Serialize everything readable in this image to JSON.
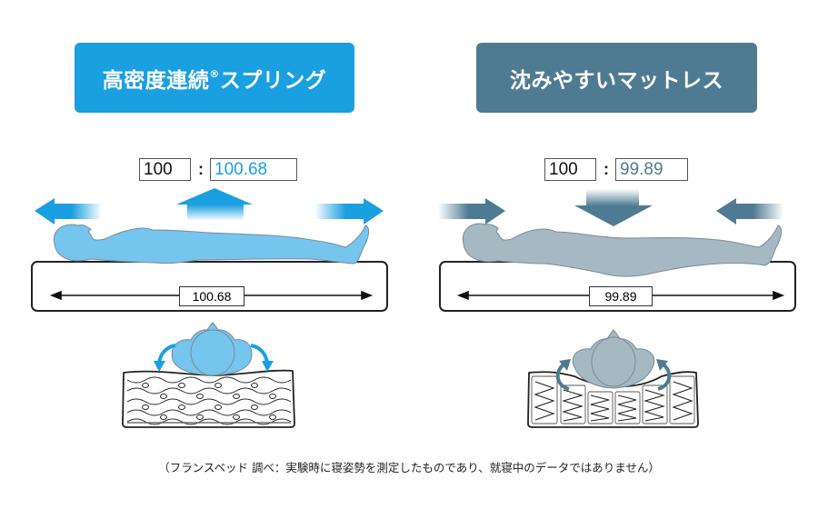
{
  "left_panel": {
    "title": "高密度連続",
    "title_mark": "®",
    "title_suffix": "スプリング",
    "title_bg": "#1a9fe0",
    "ratio_base": "100",
    "ratio_colon": ":",
    "ratio_value": "100.68",
    "value_color": "#1a9fe0",
    "mattress_width_label": "100.68",
    "arrows": [
      "left-outward",
      "up",
      "right-outward"
    ],
    "spring_type": "interconnected-coil-grid"
  },
  "right_panel": {
    "title": "沈みやすいマットレス",
    "title_bg": "#4f7b92",
    "ratio_base": "100",
    "ratio_colon": ":",
    "ratio_value": "99.89",
    "value_color": "#4f7b92",
    "mattress_width_label": "99.89",
    "arrows": [
      "right-inward",
      "down",
      "left-inward"
    ],
    "spring_type": "individual-pocket-coils"
  },
  "footnote": "（フランスベッド 調べ：実験時に寝姿勢を測定したものであり、就寝中のデータではありません）"
}
